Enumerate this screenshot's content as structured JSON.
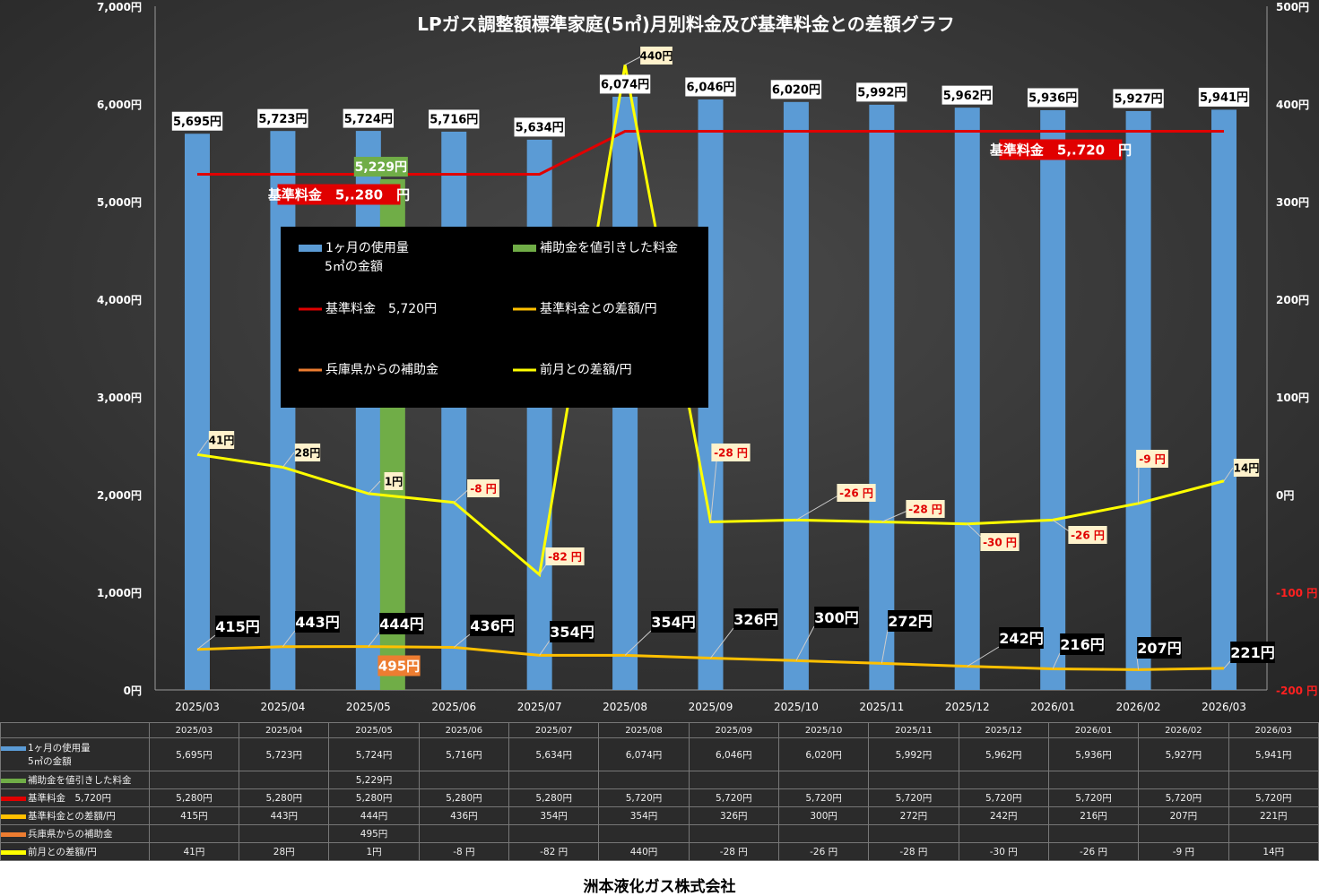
{
  "chart_data": {
    "type": "bar",
    "title": "LPガス調整額標準家庭(5㎥)月別料金及び基準料金との差額グラフ",
    "categories": [
      "2025/03",
      "2025/04",
      "2025/05",
      "2025/06",
      "2025/07",
      "2025/08",
      "2025/09",
      "2025/10",
      "2025/11",
      "2025/12",
      "2026/01",
      "2026/02",
      "2026/03"
    ],
    "left_axis": {
      "ylim": [
        0,
        7000
      ],
      "ticks": [
        "0円",
        "1,000円",
        "2,000円",
        "3,000円",
        "4,000円",
        "5,000円",
        "6,000円",
        "7,000円"
      ]
    },
    "right_axis": {
      "ylim": [
        -200,
        500
      ],
      "ticks": [
        "-200 円",
        "-100 円",
        "0円",
        "100円",
        "200円",
        "300円",
        "400円",
        "500円"
      ]
    },
    "series": [
      {
        "name": "1ヶ月の使用量 5㎥の金額",
        "type": "bar",
        "axis": "left",
        "color": "#5b9bd5",
        "values": [
          5695,
          5723,
          5724,
          5716,
          5634,
          6074,
          6046,
          6020,
          5992,
          5962,
          5936,
          5927,
          5941
        ],
        "labels": [
          "5,695円",
          "5,723円",
          "5,724円",
          "5,716円",
          "5,634円",
          "6,074円",
          "6,046円",
          "6,020円",
          "5,992円",
          "5,962円",
          "5,936円",
          "5,927円",
          "5,941円"
        ]
      },
      {
        "name": "補助金を値引きした料金",
        "type": "bar",
        "axis": "left",
        "color": "#70ad47",
        "values": [
          null,
          null,
          5229,
          null,
          null,
          null,
          null,
          null,
          null,
          null,
          null,
          null,
          null
        ],
        "labels": [
          "",
          "",
          "5,229円",
          "",
          "",
          "",
          "",
          "",
          "",
          "",
          "",
          "",
          ""
        ]
      },
      {
        "name": "基準料金　5,720円",
        "type": "line",
        "axis": "left",
        "color": "#e00000",
        "values": [
          5280,
          5280,
          5280,
          5280,
          5280,
          5720,
          5720,
          5720,
          5720,
          5720,
          5720,
          5720,
          5720
        ],
        "labels": [
          "5,280円",
          "5,280円",
          "5,280円",
          "5,280円",
          "5,280円",
          "5,720円",
          "5,720円",
          "5,720円",
          "5,720円",
          "5,720円",
          "5,720円",
          "5,720円",
          "5,720円"
        ]
      },
      {
        "name": "基準料金との差額/円",
        "type": "line",
        "axis": "left",
        "color": "#ffc000",
        "values": [
          415,
          443,
          444,
          436,
          354,
          354,
          326,
          300,
          272,
          242,
          216,
          207,
          221
        ],
        "labels": [
          "415円",
          "443円",
          "444円",
          "436円",
          "354円",
          "354円",
          "326円",
          "300円",
          "272円",
          "242円",
          "216円",
          "207円",
          "221円"
        ]
      },
      {
        "name": "兵庫県からの補助金",
        "type": "line",
        "axis": "left",
        "color": "#ed7d31",
        "values": [
          null,
          null,
          495,
          null,
          null,
          null,
          null,
          null,
          null,
          null,
          null,
          null,
          null
        ],
        "labels": [
          "",
          "",
          "495円",
          "",
          "",
          "",
          "",
          "",
          "",
          "",
          "",
          "",
          ""
        ]
      },
      {
        "name": "前月との差額/円",
        "type": "line",
        "axis": "right",
        "color": "#ffff00",
        "values": [
          41,
          28,
          1,
          -8,
          -82,
          440,
          -28,
          -26,
          -28,
          -30,
          -26,
          -9,
          14
        ],
        "labels": [
          "41円",
          "28円",
          "1円",
          "-8 円",
          "-82 円",
          "440円",
          "-28 円",
          "-26 円",
          "-28 円",
          "-30 円",
          "-26 円",
          "-9 円",
          "14円"
        ]
      }
    ],
    "legend_labels": [
      "1ヶ月の使用量",
      "5㎥の金額",
      "補助金を値引きした料金",
      "基準料金　5,720円",
      "基準料金との差額/円",
      "兵庫県からの補助金",
      "前月との差額/円"
    ],
    "annotations": [
      "基準料金　5,.280　円",
      "基準料金　5,.720　円"
    ],
    "legend_position": "center-left",
    "grid": false
  },
  "table": {
    "row_labels": [
      "1ヶ月の使用量",
      "5㎥の金額",
      "補助金を値引きした料金",
      "基準料金　5,720円",
      "基準料金との差額/円",
      "兵庫県からの補助金",
      "前月との差額/円"
    ]
  },
  "footer": "洲本液化ガス株式会社"
}
